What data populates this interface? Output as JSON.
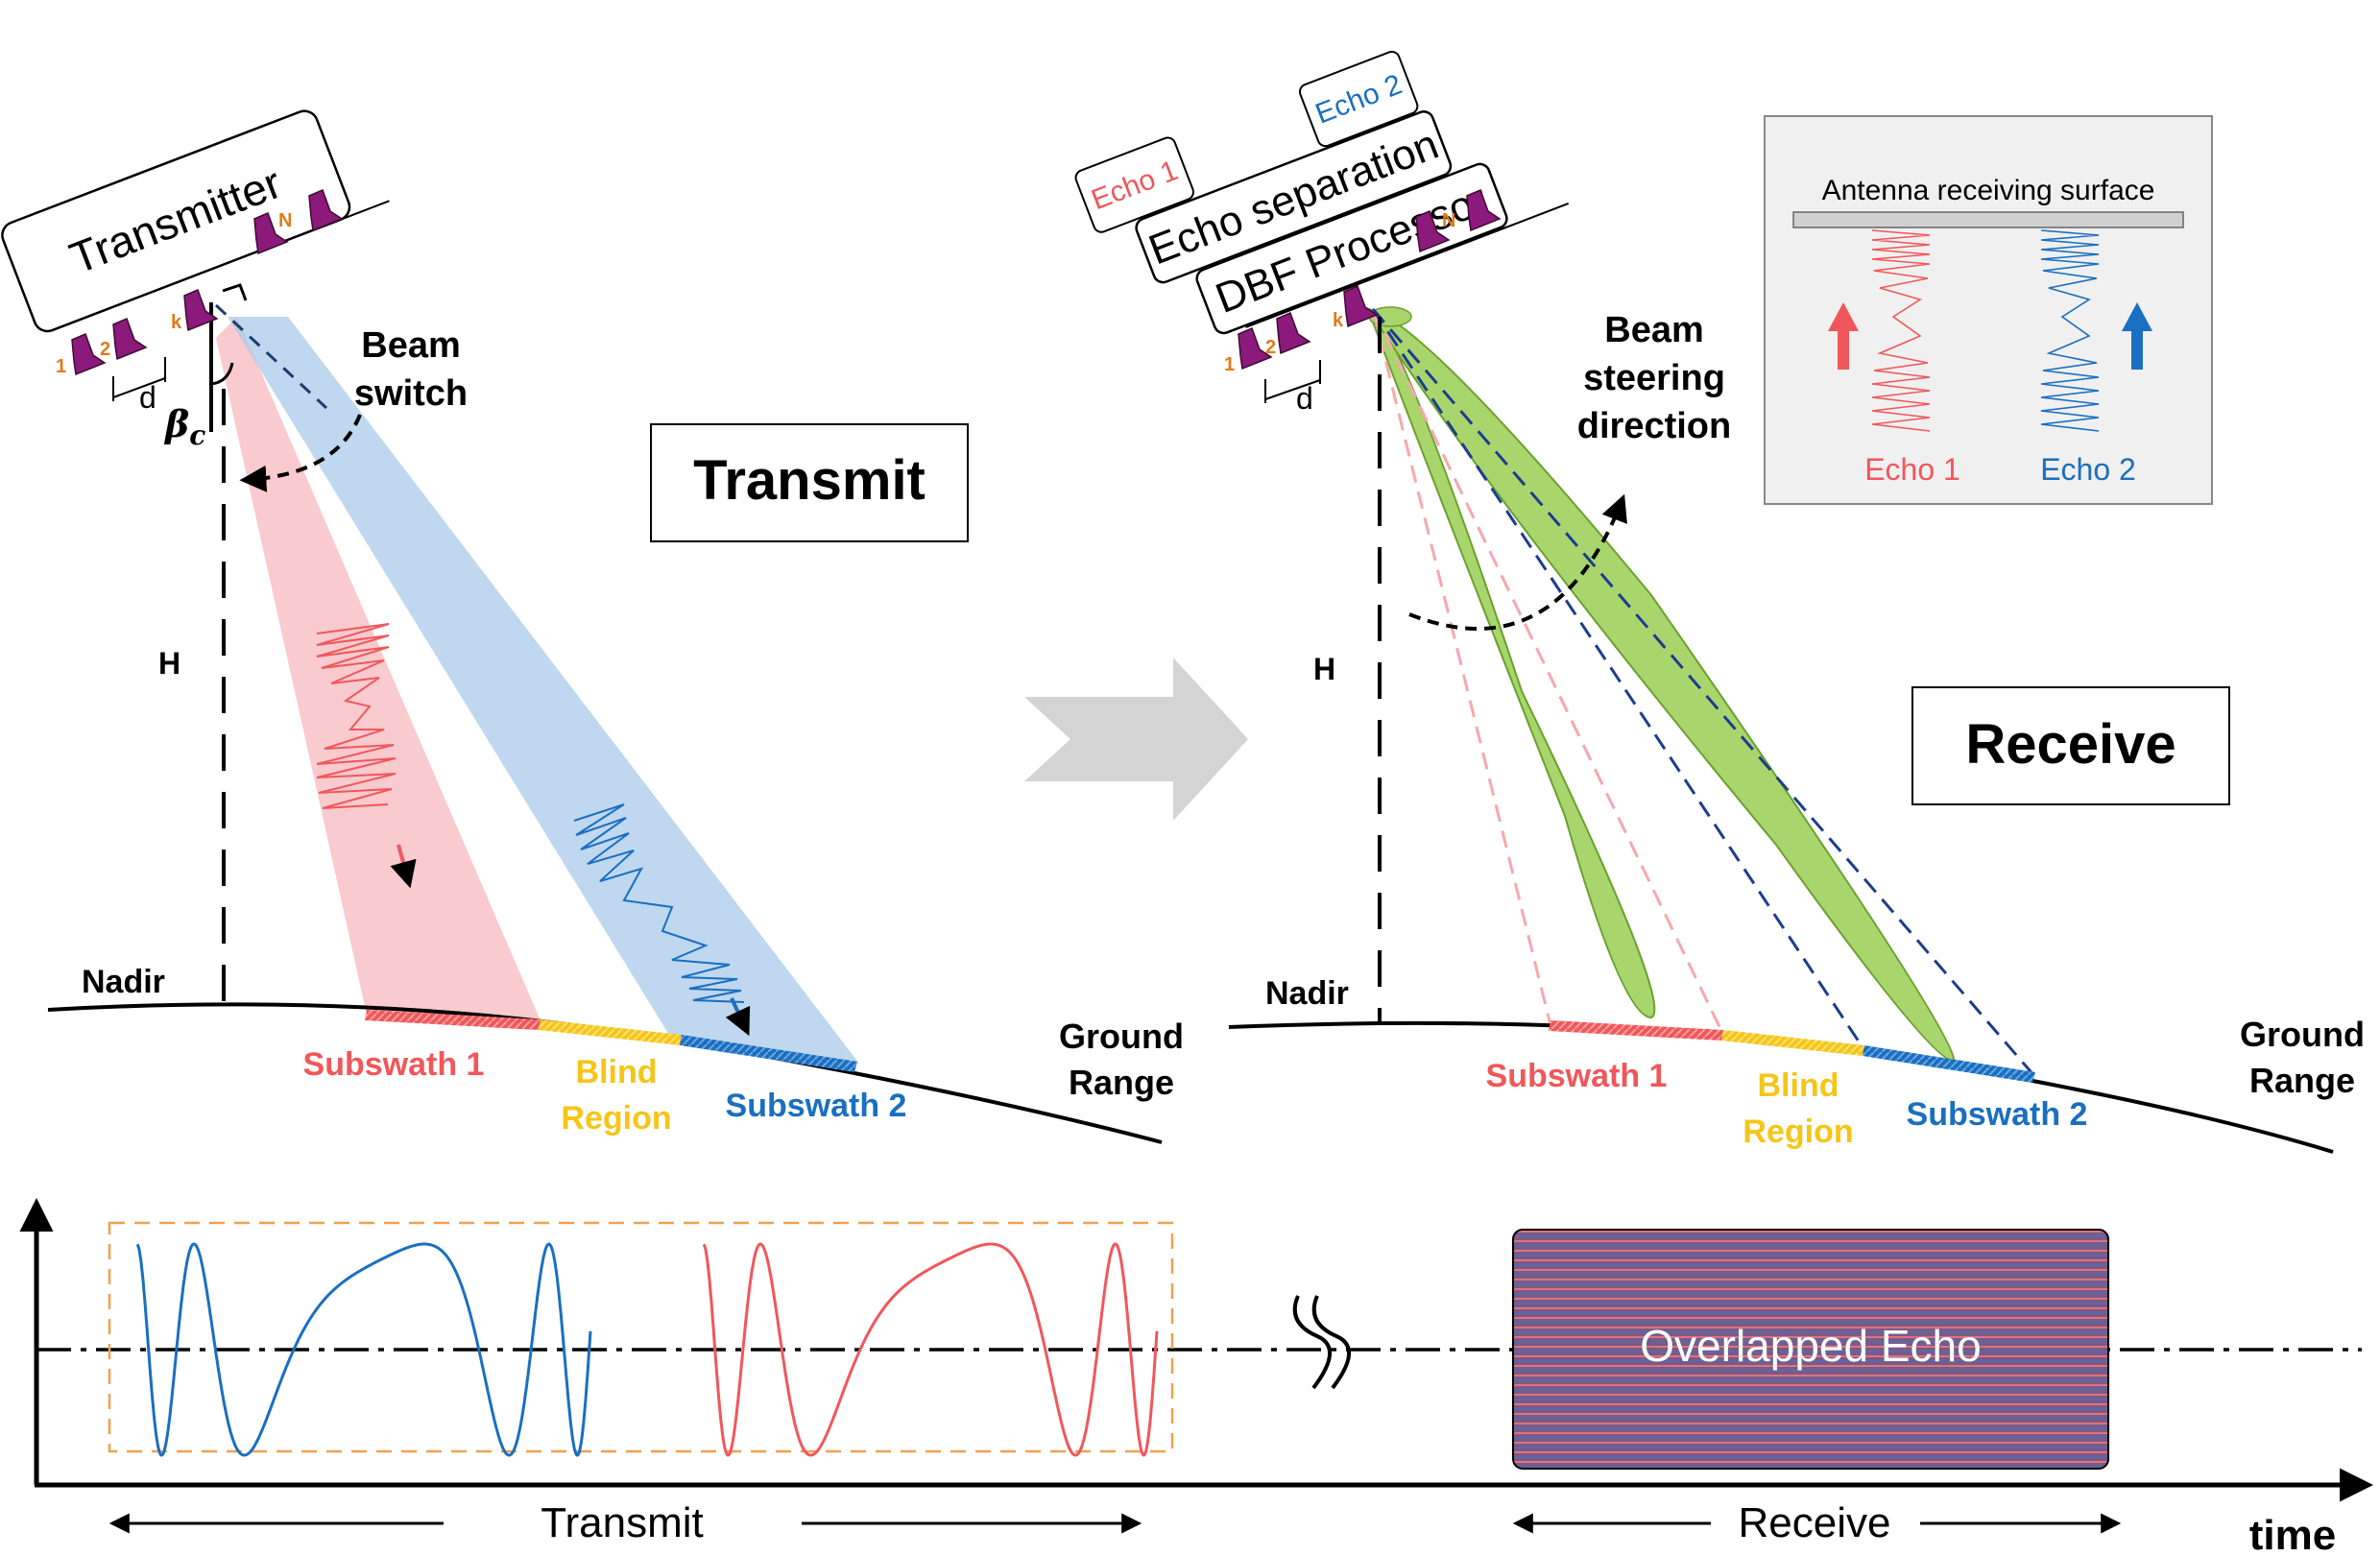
{
  "transmit_panel": {
    "transmitter_label": "Transmitter",
    "element_labels": [
      "1",
      "2",
      "k",
      "N"
    ],
    "spacing_label": "d",
    "beam_switch_label_line1": "Beam",
    "beam_switch_label_line2": "switch",
    "angle_label": "β",
    "angle_subscript": "c",
    "height_label": "H",
    "nadir_label": "Nadir",
    "phase_title": "Transmit",
    "ground_range_line1": "Ground",
    "ground_range_line2": "Range",
    "subswath1_label": "Subswath 1",
    "blind_label_line1": "Blind",
    "blind_label_line2": "Region",
    "subswath2_label": "Subswath 2"
  },
  "receive_panel": {
    "echo1_tag": "Echo 1",
    "echo2_tag": "Echo 2",
    "echo_separation_label": "Echo separation",
    "dbf_processor_label": "DBF Processor",
    "element_labels": [
      "1",
      "2",
      "k",
      "N"
    ],
    "spacing_label": "d",
    "beam_steering_line1": "Beam",
    "beam_steering_line2": "steering",
    "beam_steering_line3": "direction",
    "height_label": "H",
    "nadir_label": "Nadir",
    "phase_title": "Receive",
    "ground_range_line1": "Ground",
    "ground_range_line2": "Range",
    "subswath1_label": "Subswath 1",
    "blind_label_line1": "Blind",
    "blind_label_line2": "Region",
    "subswath2_label": "Subswath 2"
  },
  "inset": {
    "title": "Antenna receiving surface",
    "echo1_label": "Echo 1",
    "echo2_label": "Echo 2"
  },
  "timeline": {
    "overlapped_label": "Overlapped Echo",
    "transmit_span_label": "Transmit",
    "receive_span_label": "Receive",
    "axis_label": "time"
  },
  "colors": {
    "echo1_red": "#f0575b",
    "echo2_blue": "#1a6fc0",
    "blind_yellow": "#f5c518",
    "beam_green": "#a9d66c",
    "element_purple": "#8b1a7a",
    "element_label_orange": "#e07b1a",
    "overlap_fill": "#7a5a88",
    "inset_bg": "#f0f0f0",
    "arrow_gray": "#d4d4d4"
  }
}
